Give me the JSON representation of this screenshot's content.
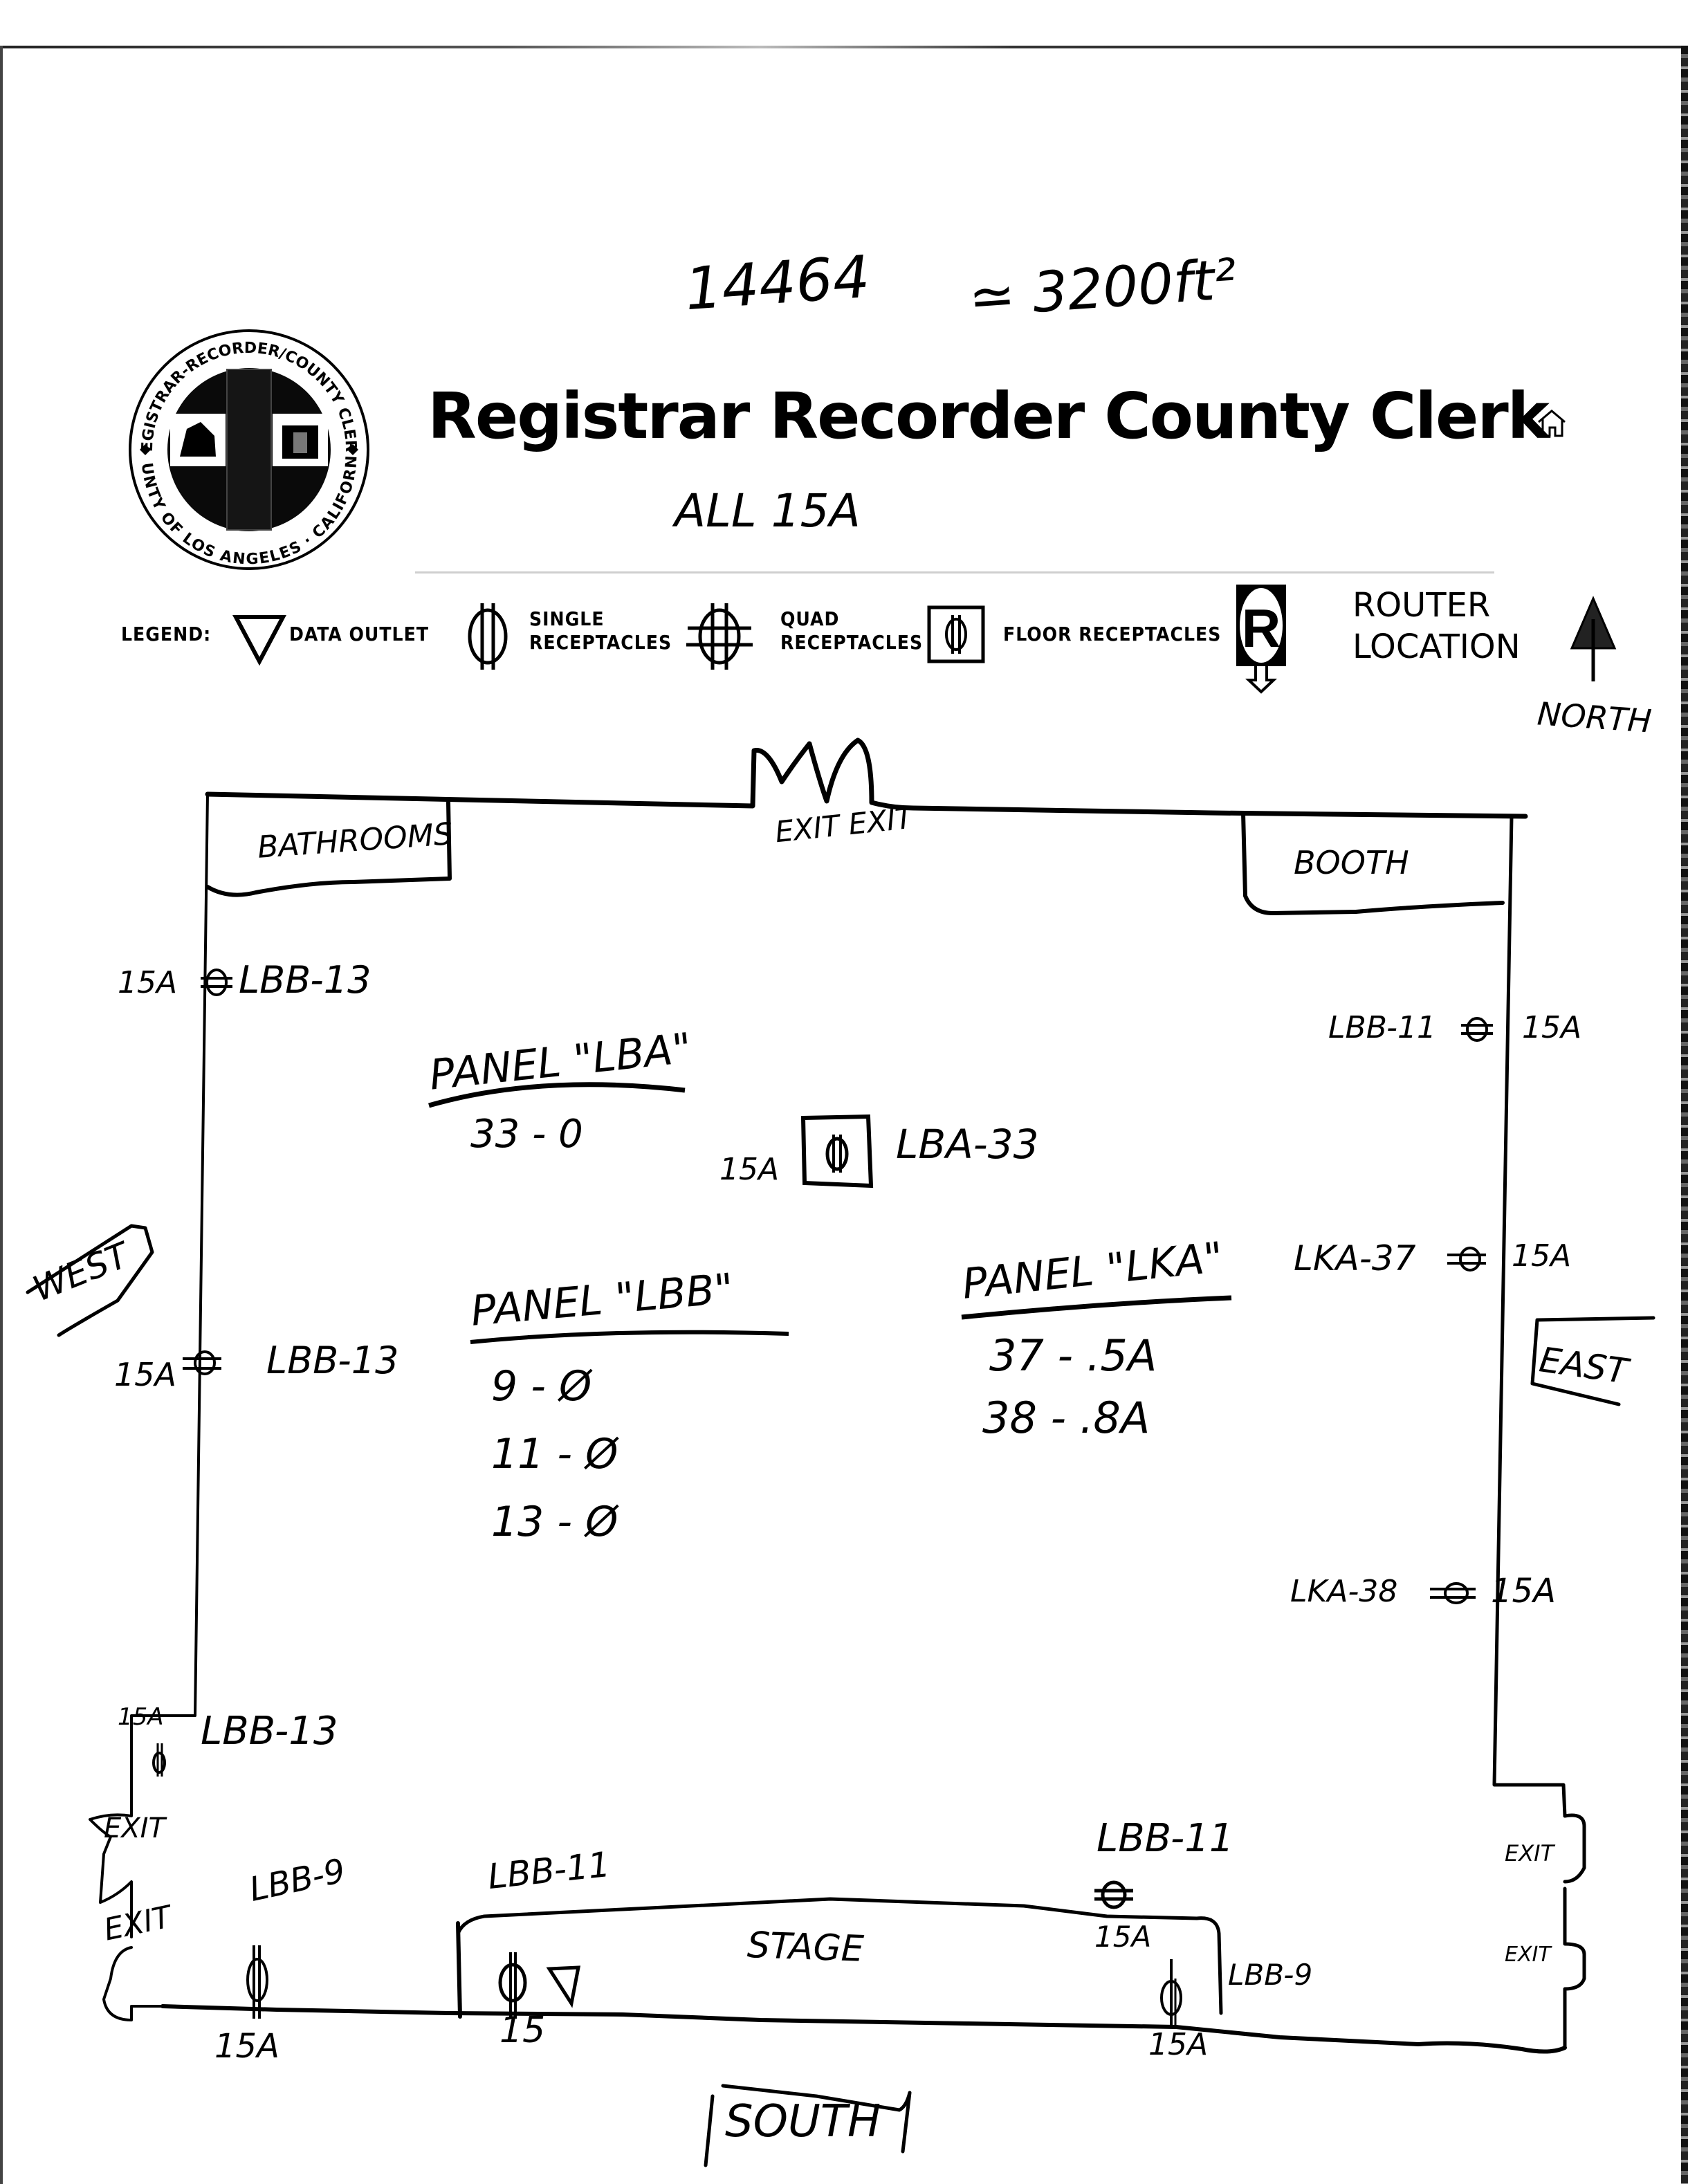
{
  "header": {
    "annotation_number": "14464",
    "annotation_area": "≃ 3200ft²",
    "title": "Registrar Recorder County Clerk",
    "subtitle_note": "ALL 15A",
    "seal": {
      "top_text": "REGISTRAR-RECORDER/COUNTY CLERK",
      "bottom_text": "COUNTY OF LOS ANGELES · CALIFORNIA"
    },
    "home_icon": "home-icon"
  },
  "legend": {
    "label": "LEGEND:",
    "items": [
      {
        "icon": "data-outlet-triangle-icon",
        "label": "DATA OUTLET"
      },
      {
        "icon": "single-receptacle-icon",
        "label_line1": "SINGLE",
        "label_line2": "RECEPTACLES"
      },
      {
        "icon": "quad-receptacle-icon",
        "label_line1": "QUAD",
        "label_line2": "RECEPTACLES"
      },
      {
        "icon": "floor-receptacle-icon",
        "label": "FLOOR RECEPTACLES"
      },
      {
        "icon": "router-icon",
        "glyph": "R",
        "label_line1": "ROUTER",
        "label_line2": "LOCATION"
      }
    ],
    "north_label": "NORTH"
  },
  "floorplan": {
    "rooms": {
      "bathrooms": "BATHROOMS",
      "booth": "BOOTH",
      "stage": "STAGE",
      "top_exits": "EXIT EXIT"
    },
    "directions": {
      "west": "WEST",
      "east": "EAST",
      "south": "SOUTH"
    },
    "exits": {
      "west_upper": "EXIT",
      "west_lower": "EXIT",
      "east_upper": "EXIT",
      "east_lower": "EXIT"
    },
    "panels": [
      {
        "name": "PANEL \"LBA\"",
        "circuits": [
          {
            "id": "33",
            "reading": "0"
          }
        ]
      },
      {
        "name": "PANEL \"LBB\"",
        "circuits": [
          {
            "id": "9",
            "reading": "Ø"
          },
          {
            "id": "11",
            "reading": "Ø"
          },
          {
            "id": "13",
            "reading": "Ø"
          }
        ]
      },
      {
        "name": "PANEL \"LKA\"",
        "circuits": [
          {
            "id": "37",
            "reading": ".5A"
          },
          {
            "id": "38",
            "reading": ".8A"
          }
        ]
      }
    ],
    "outlets": [
      {
        "circuit": "LBB-13",
        "rating": "15A",
        "type": "quad",
        "location": "west wall upper"
      },
      {
        "circuit": "LBB-11",
        "rating": "15A",
        "type": "quad",
        "location": "east wall upper"
      },
      {
        "circuit": "LBA-33",
        "rating": "15A",
        "type": "floor",
        "location": "center"
      },
      {
        "circuit": "LKA-37",
        "rating": "15A",
        "type": "quad",
        "location": "east wall middle"
      },
      {
        "circuit": "LBB-13",
        "rating": "15A",
        "type": "quad",
        "location": "west wall middle"
      },
      {
        "circuit": "LKA-38",
        "rating": "15A",
        "type": "quad",
        "location": "east wall lower"
      },
      {
        "circuit": "LBB-13",
        "rating": "15A",
        "type": "single",
        "location": "west wall corner"
      },
      {
        "circuit": "LBB-9",
        "rating": "15A",
        "type": "single",
        "location": "south wall west"
      },
      {
        "circuit": "LBB-11",
        "rating": "15",
        "type": "single + data",
        "location": "stage left"
      },
      {
        "circuit": "LBB-11",
        "rating": "15A",
        "type": "quad",
        "location": "stage rear"
      },
      {
        "circuit": "LBB-9",
        "rating": "15A",
        "type": "single",
        "location": "stage right"
      }
    ]
  }
}
